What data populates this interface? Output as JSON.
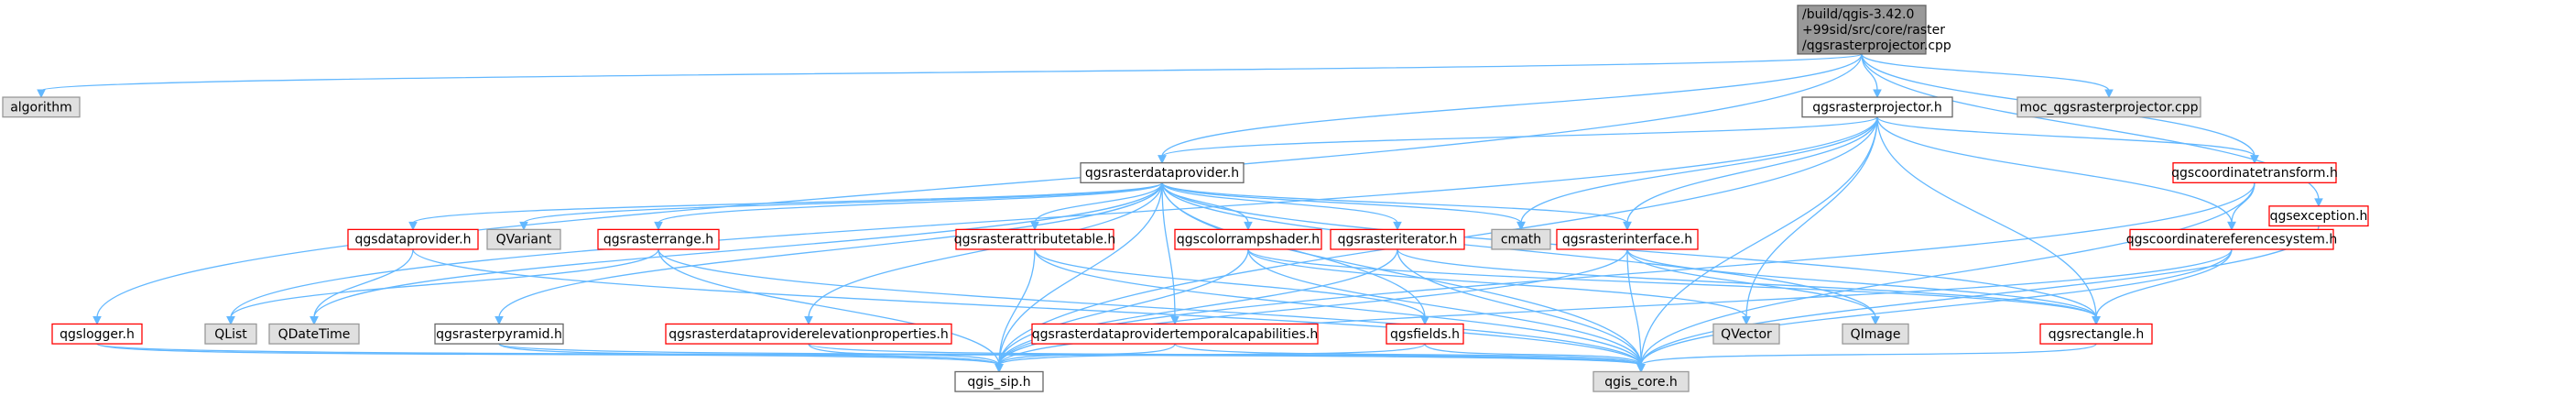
{
  "colors": {
    "root_fill": "#999999",
    "root_stroke": "#666666",
    "system_fill": "#e0e0e0",
    "system_stroke": "#999999",
    "doc_fill": "#ffffff",
    "doc_stroke": "#666666",
    "undoc_fill": "#ffffff",
    "undoc_stroke": "#ff0000",
    "edge": "#63b8ff"
  },
  "nodes": [
    {
      "id": "root",
      "kind": "root",
      "lines": [
        "/build/qgis-3.42.0",
        "+99sid/src/core/raster",
        "/qgsrasterprojector.cpp"
      ]
    },
    {
      "id": "algorithm",
      "kind": "system",
      "lines": [
        "algorithm"
      ]
    },
    {
      "id": "qgsrasterprojector",
      "kind": "doc",
      "lines": [
        "qgsrasterprojector.h"
      ]
    },
    {
      "id": "moc",
      "kind": "system",
      "lines": [
        "moc_qgsrasterprojector.cpp"
      ]
    },
    {
      "id": "qgsexception",
      "kind": "undoc",
      "lines": [
        "qgsexception.h"
      ]
    },
    {
      "id": "qgsrasterdataprovider",
      "kind": "doc",
      "lines": [
        "qgsrasterdataprovider.h"
      ]
    },
    {
      "id": "qgscoordinatetransform",
      "kind": "undoc",
      "lines": [
        "qgscoordinatetransform.h"
      ]
    },
    {
      "id": "qgsdataprovider",
      "kind": "undoc",
      "lines": [
        "qgsdataprovider.h"
      ]
    },
    {
      "id": "qvariant",
      "kind": "system",
      "lines": [
        "QVariant"
      ]
    },
    {
      "id": "qgsrasterrange",
      "kind": "undoc",
      "lines": [
        "qgsrasterrange.h"
      ]
    },
    {
      "id": "qgsrasterattributetable",
      "kind": "undoc",
      "lines": [
        "qgsrasterattributetable.h"
      ]
    },
    {
      "id": "qgscolorrampshader",
      "kind": "undoc",
      "lines": [
        "qgscolorrampshader.h"
      ]
    },
    {
      "id": "qgsrasteriterator",
      "kind": "undoc",
      "lines": [
        "qgsrasteriterator.h"
      ]
    },
    {
      "id": "cmath",
      "kind": "system",
      "lines": [
        "cmath"
      ]
    },
    {
      "id": "qgsrasterinterface",
      "kind": "undoc",
      "lines": [
        "qgsrasterinterface.h"
      ]
    },
    {
      "id": "qgscoordinatereferencesystem",
      "kind": "undoc",
      "lines": [
        "qgscoordinatereferencesystem.h"
      ]
    },
    {
      "id": "qgslogger",
      "kind": "undoc",
      "lines": [
        "qgslogger.h"
      ]
    },
    {
      "id": "qlist",
      "kind": "system",
      "lines": [
        "QList"
      ]
    },
    {
      "id": "qdatetime",
      "kind": "system",
      "lines": [
        "QDateTime"
      ]
    },
    {
      "id": "qgsrasterpyramid",
      "kind": "doc",
      "lines": [
        "qgsrasterpyramid.h"
      ]
    },
    {
      "id": "qgsrasterdataproviderelevationproperties",
      "kind": "undoc",
      "lines": [
        "qgsrasterdataproviderelevationproperties.h"
      ]
    },
    {
      "id": "qgsrasterdataprovidertemporalcapabilities",
      "kind": "undoc",
      "lines": [
        "qgsrasterdataprovidertemporalcapabilities.h"
      ]
    },
    {
      "id": "qgsfields",
      "kind": "undoc",
      "lines": [
        "qgsfields.h"
      ]
    },
    {
      "id": "qvector",
      "kind": "system",
      "lines": [
        "QVector"
      ]
    },
    {
      "id": "qimage",
      "kind": "system",
      "lines": [
        "QImage"
      ]
    },
    {
      "id": "qgsrectangle",
      "kind": "undoc",
      "lines": [
        "qgsrectangle.h"
      ]
    },
    {
      "id": "qgis_sip",
      "kind": "doc",
      "lines": [
        "qgis_sip.h"
      ]
    },
    {
      "id": "qgis_core",
      "kind": "system",
      "lines": [
        "qgis_core.h"
      ]
    }
  ],
  "edges": [
    [
      "root",
      "algorithm"
    ],
    [
      "root",
      "qgsrasterprojector"
    ],
    [
      "root",
      "moc"
    ],
    [
      "root",
      "qgsexception"
    ],
    [
      "root",
      "qgsrasterdataprovider"
    ],
    [
      "root",
      "qgscoordinatetransform"
    ],
    [
      "root",
      "qgslogger"
    ],
    [
      "qgsrasterprojector",
      "qgsrasterdataprovider"
    ],
    [
      "qgsrasterprojector",
      "qgscoordinatetransform"
    ],
    [
      "qgsrasterprojector",
      "qgscoordinatereferencesystem"
    ],
    [
      "qgsrasterprojector",
      "qgsrasterinterface"
    ],
    [
      "qgsrasterprojector",
      "qgsrectangle"
    ],
    [
      "qgsrasterprojector",
      "cmath"
    ],
    [
      "qgsrasterprojector",
      "qvector"
    ],
    [
      "qgsrasterprojector",
      "qlist"
    ],
    [
      "qgsrasterprojector",
      "qgis_sip"
    ],
    [
      "qgsrasterprojector",
      "qgis_core"
    ],
    [
      "qgsrasterdataprovider",
      "qgsdataprovider"
    ],
    [
      "qgsrasterdataprovider",
      "qvariant"
    ],
    [
      "qgsrasterdataprovider",
      "qgsrasterrange"
    ],
    [
      "qgsrasterdataprovider",
      "qgsrasterattributetable"
    ],
    [
      "qgsrasterdataprovider",
      "qgscolorrampshader"
    ],
    [
      "qgsrasterdataprovider",
      "qgsrasteriterator"
    ],
    [
      "qgsrasterdataprovider",
      "cmath"
    ],
    [
      "qgsrasterdataprovider",
      "qgsrasterinterface"
    ],
    [
      "qgsrasterdataprovider",
      "qgsrasterpyramid"
    ],
    [
      "qgsrasterdataprovider",
      "qgsrasterdataproviderelevationproperties"
    ],
    [
      "qgsrasterdataprovider",
      "qgsrasterdataprovidertemporalcapabilities"
    ],
    [
      "qgsrasterdataprovider",
      "qgsfields"
    ],
    [
      "qgsrasterdataprovider",
      "qgsrectangle"
    ],
    [
      "qgsrasterdataprovider",
      "qimage"
    ],
    [
      "qgsrasterdataprovider",
      "qdatetime"
    ],
    [
      "qgsrasterdataprovider",
      "qgis_sip"
    ],
    [
      "qgsrasterdataprovider",
      "qgis_core"
    ],
    [
      "qgscoordinatetransform",
      "qgscoordinatereferencesystem"
    ],
    [
      "qgscoordinatetransform",
      "qgis_core"
    ],
    [
      "qgscoordinatetransform",
      "qgis_sip"
    ],
    [
      "qgscoordinatereferencesystem",
      "qgsrectangle"
    ],
    [
      "qgscoordinatereferencesystem",
      "qgis_core"
    ],
    [
      "qgscoordinatereferencesystem",
      "qgis_sip"
    ],
    [
      "qgsexception",
      "qgis_core"
    ],
    [
      "qgsdataprovider",
      "qdatetime"
    ],
    [
      "qgsdataprovider",
      "qgis_core"
    ],
    [
      "qgsrasterrange",
      "qlist"
    ],
    [
      "qgsrasterrange",
      "qgis_sip"
    ],
    [
      "qgsrasterrange",
      "qgis_core"
    ],
    [
      "qgsrasterattributetable",
      "qgsfields"
    ],
    [
      "qgsrasterattributetable",
      "qgis_sip"
    ],
    [
      "qgsrasterattributetable",
      "qgis_core"
    ],
    [
      "qgscolorrampshader",
      "qgsrectangle"
    ],
    [
      "qgscolorrampshader",
      "qvector"
    ],
    [
      "qgscolorrampshader",
      "qgis_sip"
    ],
    [
      "qgscolorrampshader",
      "qgis_core"
    ],
    [
      "qgsrasteriterator",
      "qgsrectangle"
    ],
    [
      "qgsrasteriterator",
      "qgis_sip"
    ],
    [
      "qgsrasteriterator",
      "qgis_core"
    ],
    [
      "qgsrasterinterface",
      "qgsrectangle"
    ],
    [
      "qgsrasterinterface",
      "qimage"
    ],
    [
      "qgsrasterinterface",
      "qgis_sip"
    ],
    [
      "qgsrasterinterface",
      "qgis_core"
    ],
    [
      "qgslogger",
      "qgis_sip"
    ],
    [
      "qgslogger",
      "qgis_core"
    ],
    [
      "qgsrasterpyramid",
      "qgis_sip"
    ],
    [
      "qgsrasterpyramid",
      "qgis_core"
    ],
    [
      "qgsrasterdataproviderelevationproperties",
      "qgis_sip"
    ],
    [
      "qgsrasterdataproviderelevationproperties",
      "qgis_core"
    ],
    [
      "qgsrasterdataprovidertemporalcapabilities",
      "qgis_sip"
    ],
    [
      "qgsrasterdataprovidertemporalcapabilities",
      "qgis_core"
    ],
    [
      "qgsfields",
      "qgis_sip"
    ],
    [
      "qgsfields",
      "qgis_core"
    ],
    [
      "qgsrectangle",
      "qgis_core"
    ]
  ]
}
